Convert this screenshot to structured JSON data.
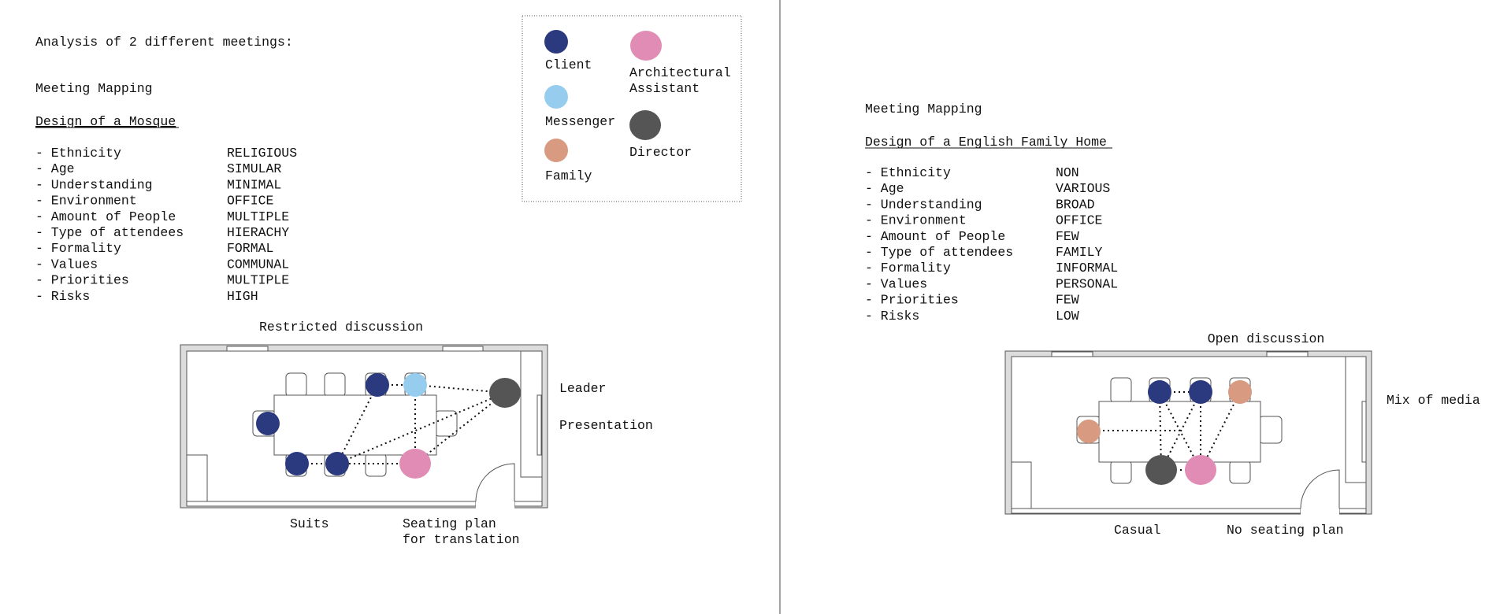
{
  "heading": "Analysis of 2 different meetings:",
  "colors": {
    "client": "#2b3a7e",
    "messenger": "#96cdef",
    "family": "#d99a82",
    "architectural_assistant": "#e08cb4",
    "director": "#555555"
  },
  "legend": {
    "client": "Client",
    "messenger": "Messenger",
    "family": "Family",
    "architectural_assistant_line1": "Architectural",
    "architectural_assistant_line2": "Assistant",
    "director": "Director"
  },
  "meetings": [
    {
      "section": "Meeting Mapping",
      "title": "Design of a Mosque",
      "attributes": [
        {
          "label": "- Ethnicity",
          "value": "RELIGIOUS"
        },
        {
          "label": "- Age",
          "value": "SIMULAR"
        },
        {
          "label": "- Understanding",
          "value": "MINIMAL"
        },
        {
          "label": "- Environment",
          "value": "OFFICE"
        },
        {
          "label": "- Amount of People",
          "value": "MULTIPLE"
        },
        {
          "label": "- Type of attendees",
          "value": "HIERACHY"
        },
        {
          "label": "- Formality",
          "value": "FORMAL"
        },
        {
          "label": "- Values",
          "value": "COMMUNAL"
        },
        {
          "label": "- Priorities",
          "value": "MULTIPLE"
        },
        {
          "label": "- Risks",
          "value": "HIGH"
        }
      ],
      "plan_labels": {
        "top": "Restricted discussion",
        "right1": "Leader",
        "right2": "Presentation",
        "bottom1": "Suits",
        "bottom2_line1": "Seating plan",
        "bottom2_line2": "for translation"
      }
    },
    {
      "section": "Meeting Mapping",
      "title": "Design of a English Family Home",
      "attributes": [
        {
          "label": "- Ethnicity",
          "value": "NON"
        },
        {
          "label": "- Age",
          "value": "VARIOUS"
        },
        {
          "label": "- Understanding",
          "value": "BROAD"
        },
        {
          "label": "- Environment",
          "value": "OFFICE"
        },
        {
          "label": "- Amount of People",
          "value": "FEW"
        },
        {
          "label": "- Type of attendees",
          "value": "FAMILY"
        },
        {
          "label": "- Formality",
          "value": "INFORMAL"
        },
        {
          "label": "- Values",
          "value": "PERSONAL"
        },
        {
          "label": "- Priorities",
          "value": "FEW"
        },
        {
          "label": "- Risks",
          "value": "LOW"
        }
      ],
      "plan_labels": {
        "top": "Open discussion",
        "right1": "Mix of media",
        "bottom1": "Casual",
        "bottom2_line1": "No seating plan"
      }
    }
  ]
}
